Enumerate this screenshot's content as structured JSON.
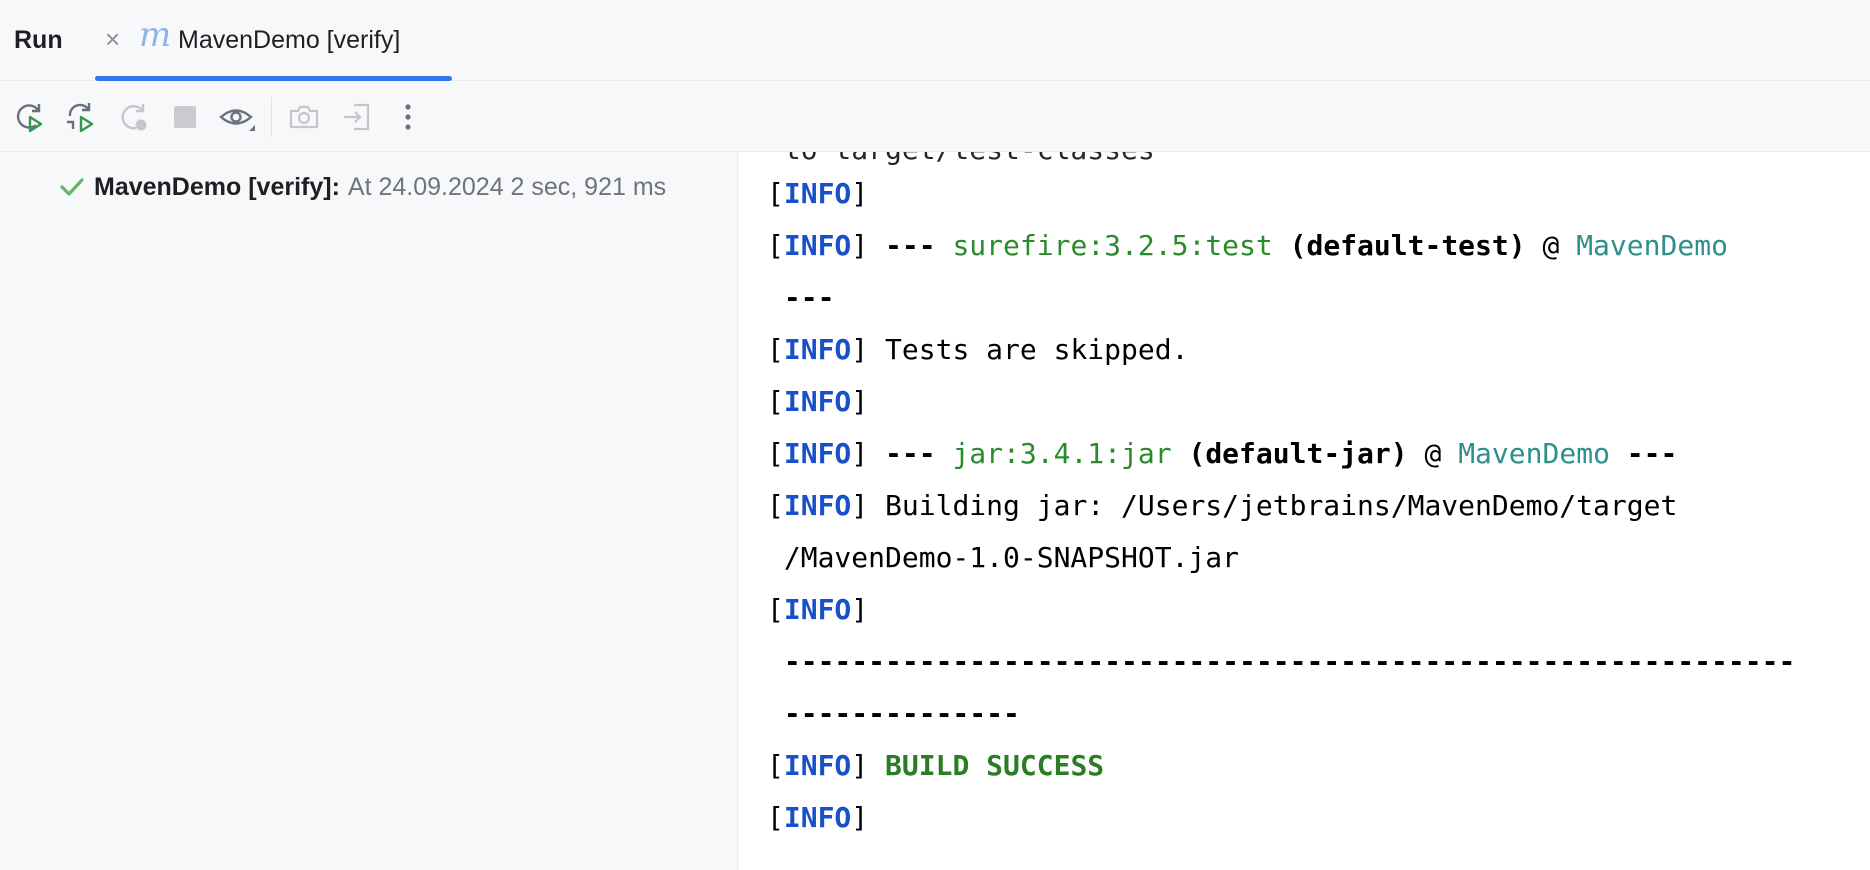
{
  "header": {
    "run_label": "Run",
    "tab": {
      "close_glyph": "×",
      "maven_glyph": "m",
      "title": "MavenDemo [verify]"
    }
  },
  "toolbar": {
    "buttons": [
      "rerun-icon",
      "rerun-failed-icon",
      "rerun-disabled-icon",
      "stop-icon",
      "eye-icon",
      "camera-icon",
      "exit-icon",
      "more-icon"
    ]
  },
  "tree": {
    "name": "MavenDemo [verify]:",
    "meta": "At 24.09.2024 2 sec, 921 ms"
  },
  "console": {
    "partial_line": " to target/test-classes",
    "lines": [
      {
        "tag": "INFO",
        "parts": []
      },
      {
        "tag": "INFO",
        "parts": [
          {
            "t": " --- ",
            "s": "bold"
          },
          {
            "t": "surefire:3.2.5:test",
            "s": "green"
          },
          {
            "t": " (default-test)",
            "s": "bold"
          },
          {
            "t": " @ ",
            "s": ""
          },
          {
            "t": "MavenDemo",
            "s": "teal"
          }
        ]
      },
      {
        "tag": "",
        "parts": [
          {
            "t": " ---",
            "s": "bold"
          }
        ]
      },
      {
        "tag": "INFO",
        "parts": [
          {
            "t": " Tests are skipped.",
            "s": ""
          }
        ]
      },
      {
        "tag": "INFO",
        "parts": []
      },
      {
        "tag": "INFO",
        "parts": [
          {
            "t": " --- ",
            "s": "bold"
          },
          {
            "t": "jar:3.4.1:jar",
            "s": "green"
          },
          {
            "t": " (default-jar)",
            "s": "bold"
          },
          {
            "t": " @ ",
            "s": ""
          },
          {
            "t": "MavenDemo",
            "s": "teal"
          },
          {
            "t": " ---",
            "s": "bold"
          }
        ]
      },
      {
        "tag": "INFO",
        "parts": [
          {
            "t": " Building jar: /Users/jetbrains/MavenDemo/target",
            "s": ""
          }
        ]
      },
      {
        "tag": "",
        "parts": [
          {
            "t": " /MavenDemo-1.0-SNAPSHOT.jar",
            "s": ""
          }
        ]
      },
      {
        "tag": "INFO",
        "parts": []
      },
      {
        "tag": "",
        "parts": [
          {
            "t": " ------------------------------------------------------------",
            "s": "bold"
          }
        ]
      },
      {
        "tag": "",
        "parts": [
          {
            "t": " --------------",
            "s": "bold"
          }
        ]
      },
      {
        "tag": "INFO",
        "parts": [
          {
            "t": " BUILD SUCCESS",
            "s": "success"
          }
        ]
      },
      {
        "tag": "INFO",
        "parts": []
      }
    ]
  },
  "colors": {
    "accent": "#3574f0",
    "info": "#1750c9",
    "green": "#2b8a2b",
    "teal": "#2e8f8f",
    "check": "#5fb865"
  }
}
